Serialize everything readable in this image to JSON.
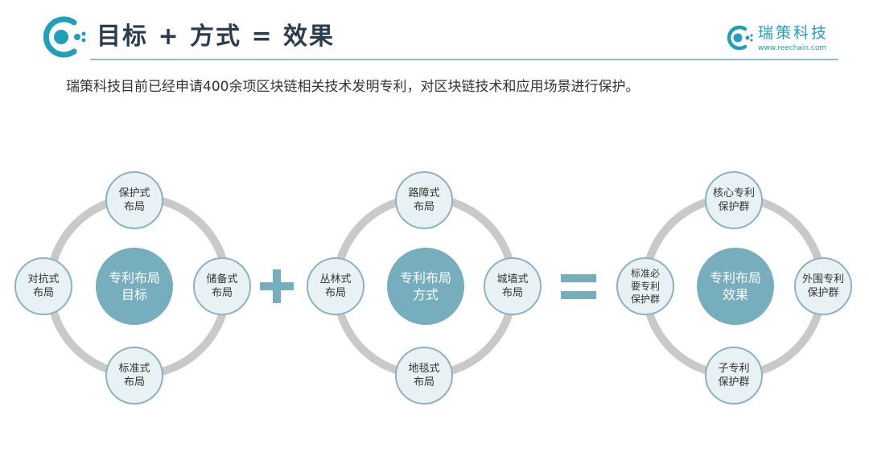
{
  "header": {
    "title": "目标 + 方式 = 效果",
    "brand_name": "瑞策科技",
    "brand_url": "www.reechain.com"
  },
  "subtitle": "瑞策科技目前已经申请400余项区块链相关技术发明专利，对区块链技术和应用场景进行保护。",
  "diagrams": [
    {
      "center": "专利布局\n目标",
      "nodes": {
        "top": "保护式\n布局",
        "right": "储备式\n布局",
        "bottom": "标准式\n布局",
        "left": "对抗式\n布局"
      }
    },
    {
      "center": "专利布局\n方式",
      "nodes": {
        "top": "路障式\n布局",
        "right": "城墙式\n布局",
        "bottom": "地毯式\n布局",
        "left": "丛林式\n布局"
      }
    },
    {
      "center": "专利布局\n效果",
      "nodes": {
        "top": "核心专利\n保护群",
        "right": "外围专利\n保护群",
        "bottom": "子专利\n保护群",
        "left": "标准必\n要专利\n保护群"
      }
    }
  ],
  "operators": [
    "plus",
    "equals"
  ],
  "colors": {
    "accent": "#76aebd",
    "brand": "#1f9fb9",
    "ring": "#c9c9c9",
    "node_fill": "#e8f1f4",
    "node_border": "#8bb3c0"
  }
}
